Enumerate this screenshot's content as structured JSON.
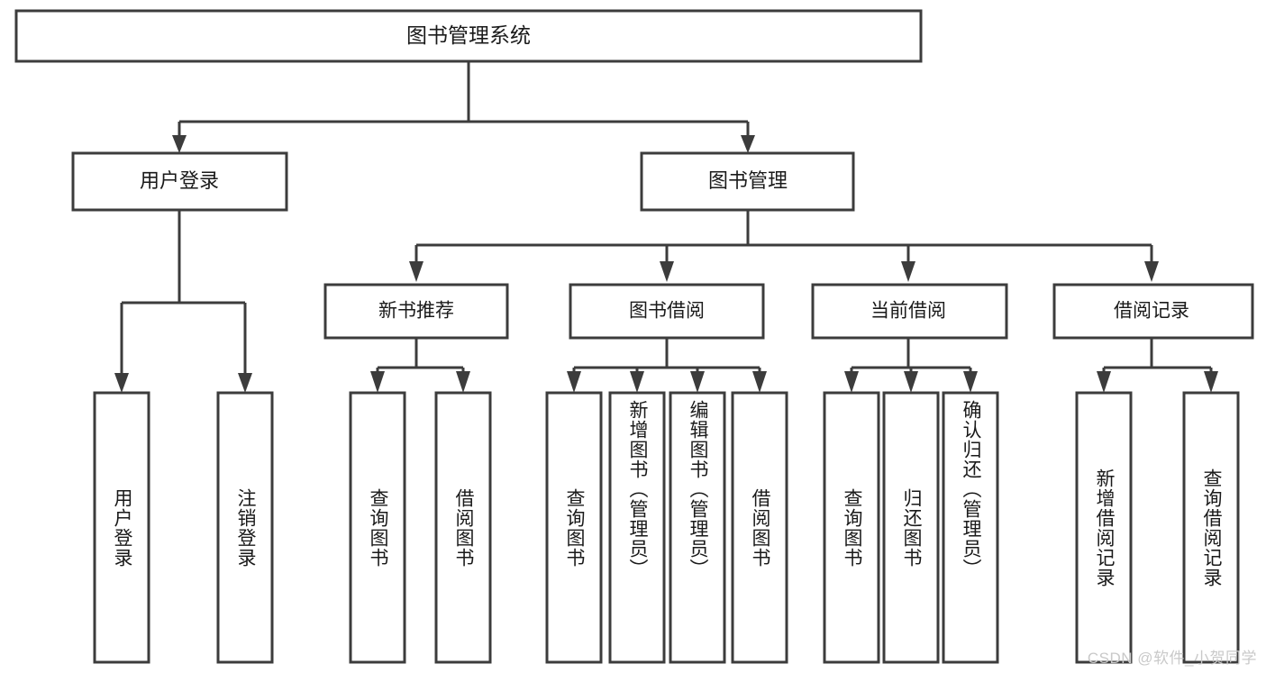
{
  "diagram": {
    "type": "tree",
    "title": "图书管理系统",
    "root": {
      "label": "图书管理系统"
    },
    "level1": [
      {
        "label": "用户登录"
      },
      {
        "label": "图书管理"
      }
    ],
    "level2": [
      {
        "label": "新书推荐"
      },
      {
        "label": "图书借阅"
      },
      {
        "label": "当前借阅"
      },
      {
        "label": "借阅记录"
      }
    ],
    "leaves": {
      "user_login": [
        {
          "label": "用户登录"
        },
        {
          "label": "注销登录"
        }
      ],
      "new_book_recommend": [
        {
          "label": "查询图书"
        },
        {
          "label": "借阅图书"
        }
      ],
      "book_borrow": [
        {
          "label": "查询图书"
        },
        {
          "label": "新增图书（管理员）"
        },
        {
          "label": "编辑图书（管理员）"
        },
        {
          "label": "借阅图书"
        }
      ],
      "current_borrow": [
        {
          "label": "查询图书"
        },
        {
          "label": "归还图书"
        },
        {
          "label": "确认归还（管理员）"
        }
      ],
      "borrow_record": [
        {
          "label": "新增借阅记录"
        },
        {
          "label": "查询借阅记录"
        }
      ]
    }
  },
  "watermark": {
    "text": "CSDN @软件_小贺同学"
  },
  "colors": {
    "box_stroke": "#3c3c3c",
    "box_fill": "#ffffff",
    "text": "#1a1a1a",
    "watermark": "#c9c9c9",
    "background": "#ffffff"
  }
}
